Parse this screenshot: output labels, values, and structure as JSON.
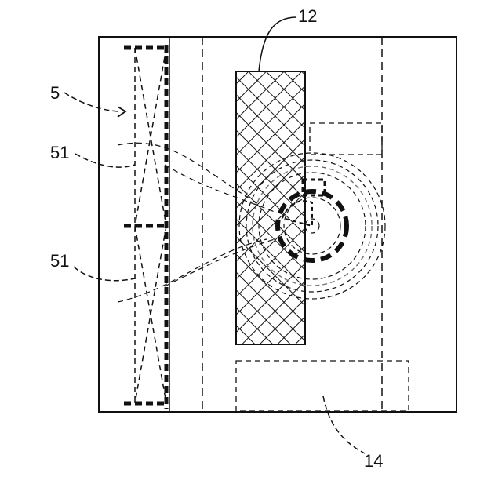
{
  "labels": {
    "ref_12": "12",
    "ref_5": "5",
    "ref_51_top": "51",
    "ref_51_bottom": "51",
    "ref_14": "14"
  },
  "colors": {
    "ink": "#111111",
    "paper": "#ffffff"
  }
}
